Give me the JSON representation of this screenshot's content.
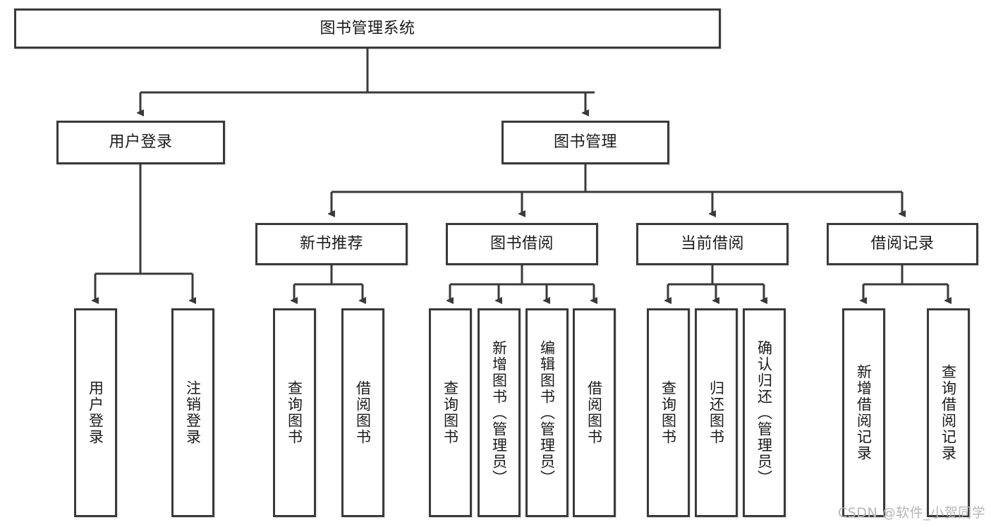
{
  "diagram": {
    "title": "图书管理系统",
    "type": "tree",
    "root": {
      "id": "root",
      "label": "图书管理系统"
    },
    "level2": [
      {
        "id": "user-login",
        "label": "用户登录"
      },
      {
        "id": "book-manage",
        "label": "图书管理"
      }
    ],
    "level3": [
      {
        "id": "new-book-recommend",
        "label": "新书推荐"
      },
      {
        "id": "book-borrow",
        "label": "图书借阅"
      },
      {
        "id": "current-borrow",
        "label": "当前借阅"
      },
      {
        "id": "borrow-record",
        "label": "借阅记录"
      }
    ],
    "leaves": {
      "user_login": [
        {
          "id": "leaf-user-login",
          "label": "用户登录"
        },
        {
          "id": "leaf-logout-login",
          "label": "注销登录"
        }
      ],
      "new_book_recommend": [
        {
          "id": "leaf-query-book-1",
          "label": "查询图书"
        },
        {
          "id": "leaf-borrow-book-1",
          "label": "借阅图书"
        }
      ],
      "book_borrow": [
        {
          "id": "leaf-query-book-2",
          "label": "查询图书"
        },
        {
          "id": "leaf-add-book",
          "label": "新增图书（管理员）"
        },
        {
          "id": "leaf-edit-book",
          "label": "编辑图书（管理员）"
        },
        {
          "id": "leaf-borrow-book-2",
          "label": "借阅图书"
        }
      ],
      "current_borrow": [
        {
          "id": "leaf-query-book-3",
          "label": "查询图书"
        },
        {
          "id": "leaf-return-book",
          "label": "归还图书"
        },
        {
          "id": "leaf-confirm-return",
          "label": "确认归还（管理员）"
        }
      ],
      "borrow_record": [
        {
          "id": "leaf-add-record",
          "label": "新增借阅记录"
        },
        {
          "id": "leaf-query-record",
          "label": "查询借阅记录"
        }
      ]
    }
  },
  "watermark": {
    "text": "CSDN @软件_小贺同学"
  },
  "colors": {
    "border": "#3a3a3a",
    "text": "#1b1b1b",
    "background": "#ffffff",
    "connector": "#3a3a3a",
    "watermark": "#b6b6b6"
  }
}
